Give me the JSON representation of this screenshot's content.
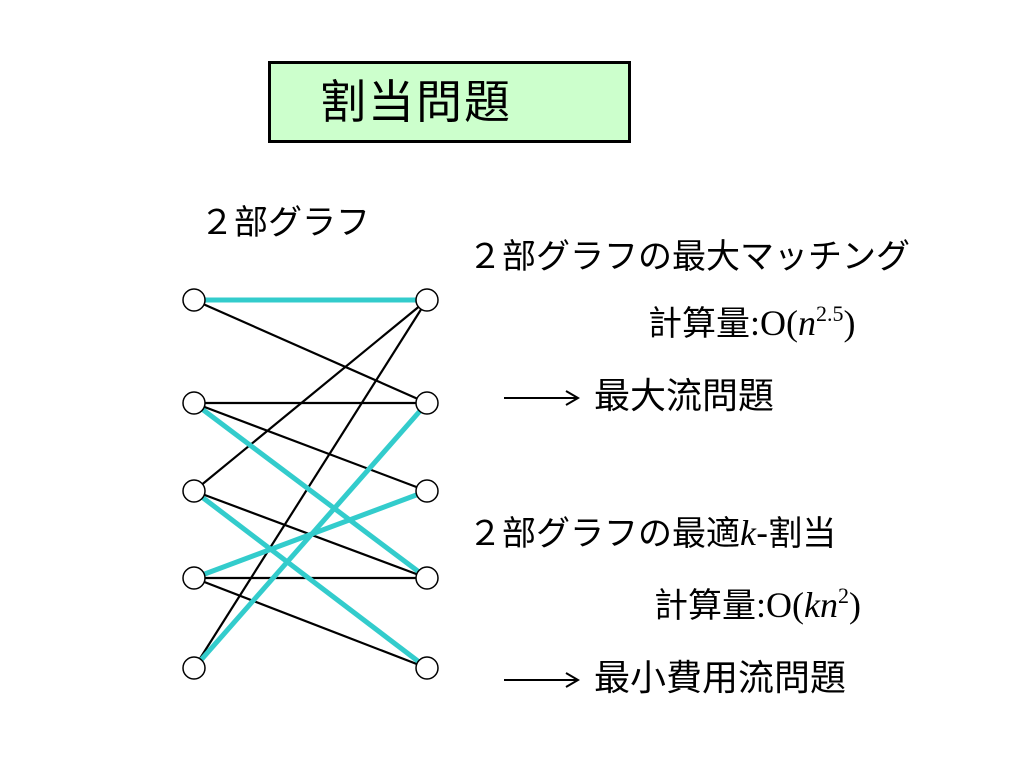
{
  "title": "割当問題",
  "graph_label": "２部グラフ",
  "section1": {
    "heading": "２部グラフの最大マッチング",
    "cost_label": "計算量",
    "cost_colon": ":",
    "cost_open": "O(",
    "cost_var": "n",
    "cost_exp": "2.5",
    "cost_close": ")",
    "reduction": "最大流問題"
  },
  "section2": {
    "heading_pre": "２部グラフの最適",
    "heading_var": "k",
    "heading_post": "-割当",
    "cost_label": "計算量",
    "cost_colon": ":",
    "cost_open": "O(",
    "cost_var": "kn",
    "cost_exp": "2",
    "cost_close": ")",
    "reduction": "最小費用流問題"
  },
  "graph": {
    "left_nodes": 5,
    "right_nodes": 5,
    "black_edges": [
      [
        1,
        1
      ],
      [
        1,
        2
      ],
      [
        2,
        2
      ],
      [
        2,
        3
      ],
      [
        3,
        4
      ],
      [
        4,
        4
      ],
      [
        5,
        1
      ],
      [
        3,
        1
      ],
      [
        4,
        5
      ]
    ],
    "cyan_edges": [
      [
        1,
        1
      ],
      [
        2,
        4
      ],
      [
        3,
        5
      ],
      [
        4,
        3
      ],
      [
        5,
        2
      ]
    ],
    "colors": {
      "cyan": "#33cccc",
      "black": "#000000",
      "node_fill": "#ffffff"
    }
  }
}
